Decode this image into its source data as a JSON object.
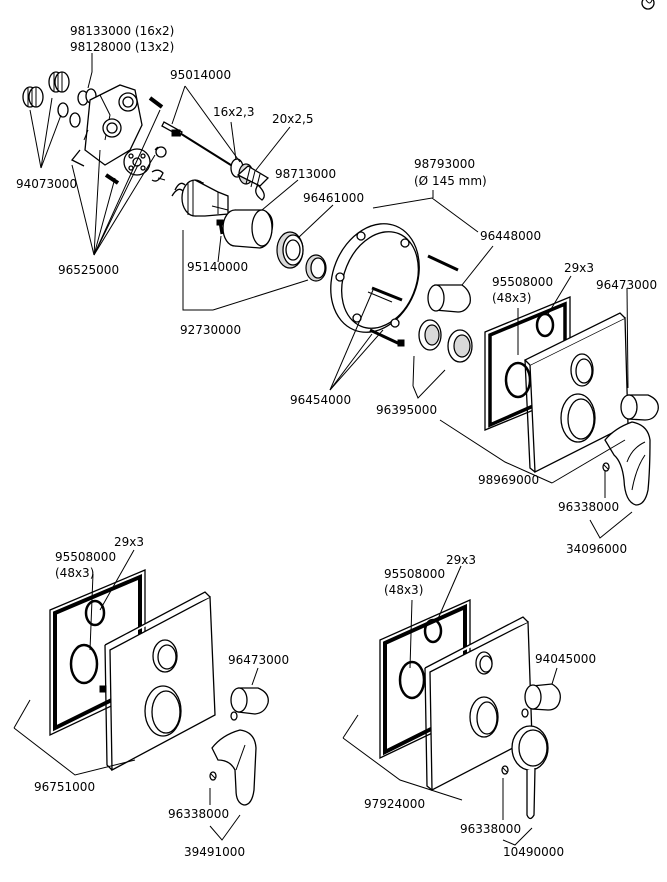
{
  "labels": {
    "p98133000": "98133000 (16x2)",
    "p98128000": "98128000 (13x2)",
    "p95014000": "95014000",
    "s16x23": "16x2,3",
    "s20x25": "20x2,5",
    "p94073000": "94073000",
    "p98713000": "98713000",
    "p98793000": "98793000",
    "p98793000_dim": "(Ø 145 mm)",
    "p96461000": "96461000",
    "p96525000": "96525000",
    "p95140000": "95140000",
    "p96448000": "96448000",
    "s29x3_a": "29x3",
    "p95508000_a": "95508000",
    "s48x3_a": "(48x3)",
    "p96473000_a": "96473000",
    "p92730000": "92730000",
    "p96454000": "96454000",
    "p96395000": "96395000",
    "p98969000": "98969000",
    "p96338000_a": "96338000",
    "p34096000": "34096000",
    "s29x3_b": "29x3",
    "p95508000_b": "95508000",
    "s48x3_b": "(48x3)",
    "p96473000_b": "96473000",
    "p96751000": "96751000",
    "p96338000_b": "96338000",
    "p39491000": "39491000",
    "s29x3_c": "29x3",
    "p95508000_c": "95508000",
    "s48x3_c": "(48x3)",
    "p94045000": "94045000",
    "p97924000": "97924000",
    "p96338000_c": "96338000",
    "p10490000": "10490000"
  },
  "icons": {
    "corner_logo": "copyright-like-mark-icon"
  }
}
